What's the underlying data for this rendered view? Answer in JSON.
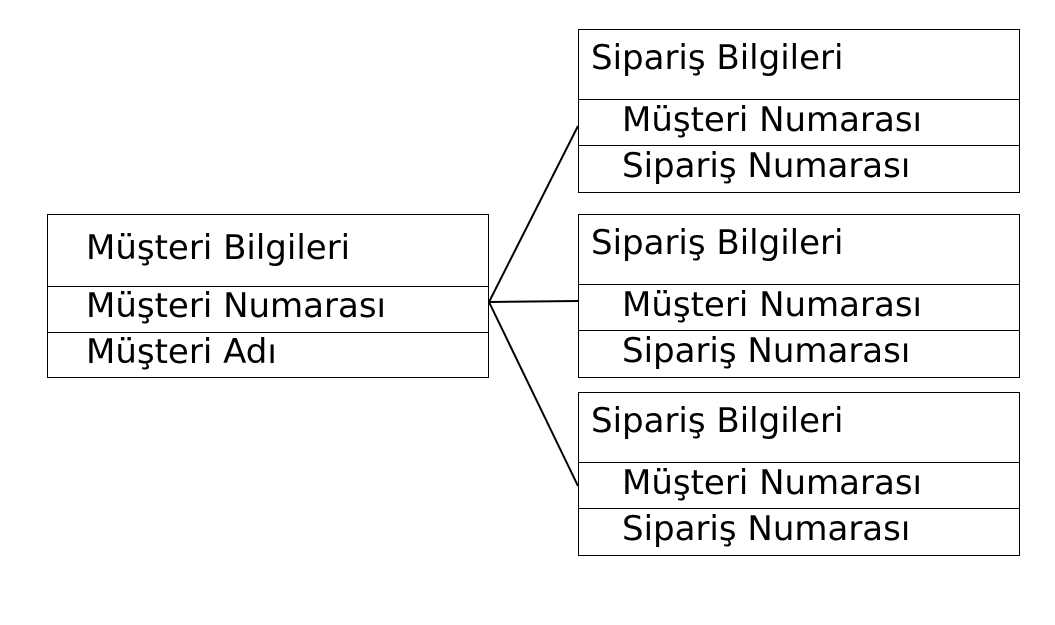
{
  "customer_entity": {
    "title": "Müşteri Bilgileri",
    "fields": [
      "Müşteri Numarası",
      "Müşteri Adı"
    ]
  },
  "order_entities": [
    {
      "title": "Sipariş Bilgileri",
      "fields": [
        "Müşteri Numarası",
        "Sipariş Numarası"
      ]
    },
    {
      "title": "Sipariş Bilgileri",
      "fields": [
        "Müşteri Numarası",
        "Sipariş Numarası"
      ]
    },
    {
      "title": "Sipariş Bilgileri",
      "fields": [
        "Müşteri Numarası",
        "Sipariş Numarası"
      ]
    }
  ],
  "colors": {
    "line": "#000000",
    "background": "#ffffff"
  }
}
